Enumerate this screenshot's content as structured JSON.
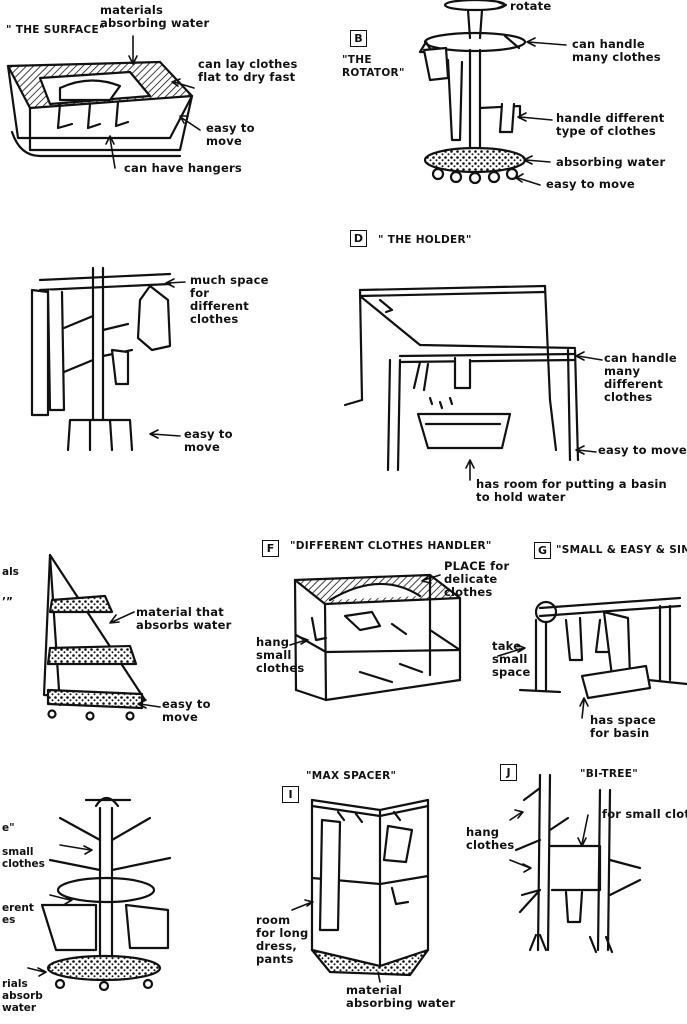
{
  "sketches": {
    "a": {
      "title": "\" THE SURFACE\"",
      "notes": [
        "materials absorbing water",
        "can lay clothes flat to dry fast",
        "easy to move",
        "can have hangers"
      ]
    },
    "b": {
      "letter": "B",
      "title": "\"THE ROTATOR\"",
      "notes": [
        "rotate",
        "can handle many clothes",
        "handle different type of clothes",
        "absorbing water",
        "easy to move"
      ]
    },
    "c": {
      "notes": [
        "much space for different clothes",
        "easy to move"
      ]
    },
    "d": {
      "letter": "D",
      "title": "\" THE HOLDER\"",
      "notes": [
        "can handle many different clothes",
        "easy to move",
        "has room for putting a basin to hold water"
      ]
    },
    "e": {
      "cut_text": [
        "als",
        "’”"
      ],
      "notes": [
        "material that absorbs water",
        "easy to move"
      ]
    },
    "f": {
      "letter": "F",
      "title": "\"DIFFERENT CLOTHES HANDLER\"",
      "notes": [
        "PLACE for delicate clothes",
        "hang small clothes"
      ]
    },
    "g": {
      "letter": "G",
      "title": "\"SMALL & EASY & SIMPLE\"",
      "notes": [
        "take small space",
        "has space for basin"
      ]
    },
    "h": {
      "cut_text": [
        "e\"",
        "small clothes",
        "",
        "erent es",
        "rials absorb water"
      ]
    },
    "i": {
      "letter": "I",
      "title": "\"MAX SPACER\"",
      "notes": [
        "room for long dress, pants",
        "material absorbing water"
      ]
    },
    "j": {
      "letter": "J",
      "title": "\"BI-TREE\"",
      "notes": [
        "for small cloth",
        "hang clothes"
      ]
    }
  }
}
